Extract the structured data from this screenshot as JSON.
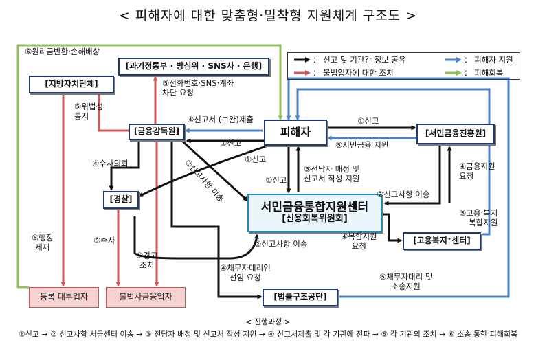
{
  "title": "< 피해자에 대한 맞춤형·밀착형 지원체계 구조도 >",
  "legend": {
    "black": "： 신고 및 기관간 정보 공유",
    "blue": "： 피해자 지원",
    "red": "： 불법업자에 대한 조치",
    "green": "： 피해회복"
  },
  "nodes": {
    "ministries": "[과기정통부 · 방심위 · SNS사 · 은행]",
    "local_gov": "[지방자치단체]",
    "fss": "[금융감독원]",
    "victim": "피해자",
    "fund": "[서민금융진흥원]",
    "police": "[경찰]",
    "center_line1": "서민금융통합지원센터",
    "center_line2": "[신용회복위원회]",
    "employment": "[고용복지⁺센터]",
    "legal_aid": "[법률구조공단]",
    "registered_lender": "등록 대부업자",
    "illegal_lender": "불법사금융업자"
  },
  "labels": {
    "restitution": "⑥원리금반환·손해배상",
    "block_request": "⑤전화번호·SNS·계좌\n차단 요청",
    "violation_notice": "⑤위법성\n통지",
    "report_submit": "④신고서 (보완)제출",
    "report_fund": "①신고",
    "fund_support": "⑤서민금융 지원",
    "report_fss": "①신고",
    "transfer_police": "②신고사항 이송",
    "report_police": "①신고",
    "investigation_request": "④수사의뢰",
    "report_center": "①신고",
    "manager_assign": "③전담자 배정 및\n신고서 작성 지원",
    "transfer_center": "②신고사항 이송",
    "finance_support": "④금융지원\n요청",
    "employment_support": "⑤고용·복지\n복합지원",
    "transfer_police_center": "②신고사항 이송",
    "admin_sanction": "⑤행정\n제재",
    "investigation": "⑤수사",
    "warning": "⑤경고\n조치",
    "complex_support": "④복합지원\n요청",
    "debtor_agent": "④채무자대리인\n선임 요청",
    "litigation_support": "⑤채무자대리 및\n소송지원"
  },
  "process": {
    "title": "< 진행과정 >",
    "flow": "①신고 → ② 신고사항 서금센터 이송 → ③ 전담자 배정 및 신고서 작성 지원 → ④ 신고서제출 및 각 기관에 전파 → ⑤ 각 기관의 조치 → ⑥ 소송 통한 피해회복"
  },
  "colors": {
    "black": "#111111",
    "blue": "#4a82c4",
    "red": "#d05a5a",
    "green": "#93c05a",
    "box_border": "#1f3a6e",
    "center_border": "#1f8bb8"
  }
}
